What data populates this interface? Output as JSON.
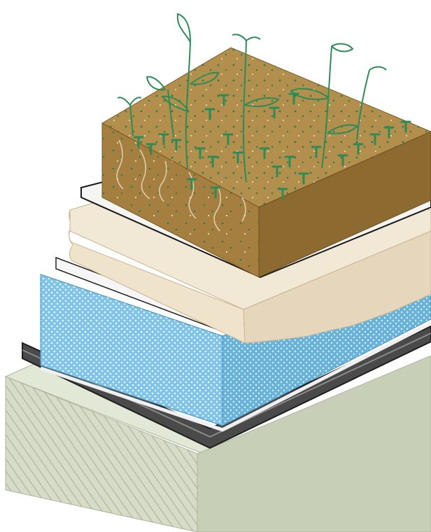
{
  "diagram": {
    "kind": "green-roof-layer-cross-section",
    "layers": [
      {
        "id": "vegetation",
        "name": "vegetation-layer",
        "top": "#b28f4c",
        "front": "#a0793a",
        "side": "#8c6a30",
        "accent": "#2e8b57"
      },
      {
        "id": "filter",
        "name": "filter-fabric-layer",
        "top": "#f4f4f2",
        "front": "#e9e9e6",
        "side": "#dcdcd8"
      },
      {
        "id": "drainage",
        "name": "drainage-layer",
        "top": "#f1e8d6",
        "front": "#efe3cc",
        "side": "#e6d7bc"
      },
      {
        "id": "separation",
        "name": "separation-sheet-layer",
        "top": "#f6f6f6",
        "front": "#ececec",
        "side": "#dedede"
      },
      {
        "id": "insulation",
        "name": "insulation-layer",
        "top": "#7cc3e6",
        "front": "#7fc4e8",
        "side": "#69b3da",
        "accent": "#ffffff"
      },
      {
        "id": "membrane",
        "name": "waterproof-membrane-layer",
        "top": "#5a5a5a",
        "front": "#4a4a4a",
        "side": "#3a3a3a"
      },
      {
        "id": "deck",
        "name": "roof-deck-layer",
        "top": "#e2e8d6",
        "front": "#d6dcc7",
        "side": "#c8cfb7",
        "accent": "#b6bca4"
      }
    ]
  }
}
